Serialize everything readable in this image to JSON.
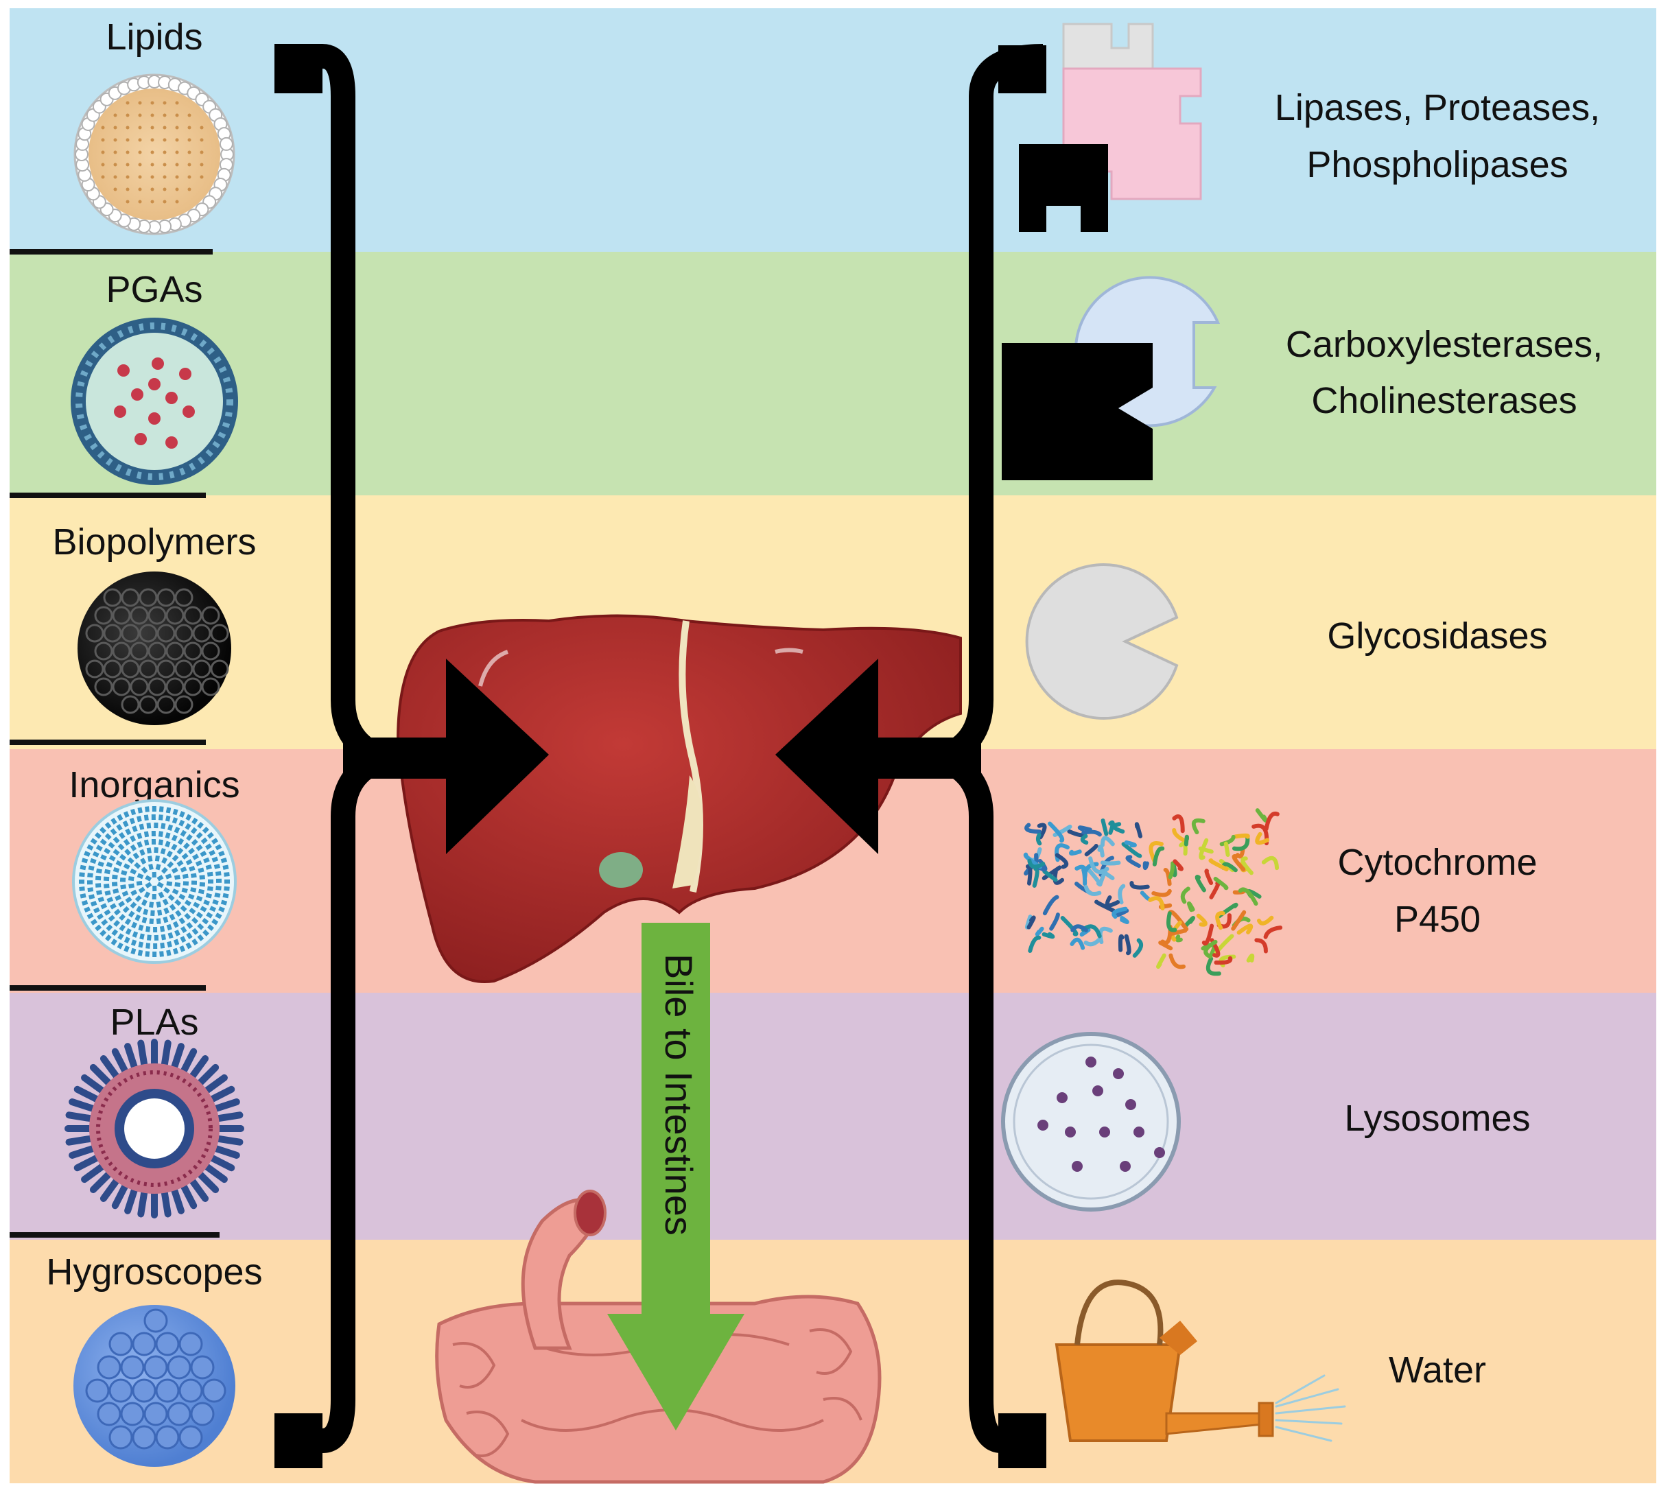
{
  "bands": [
    {
      "material": "Lipids",
      "enzyme_lines": [
        "Lipases, Proteases,",
        "Phospholipases"
      ],
      "color": "#bfe3f2"
    },
    {
      "material": "PGAs",
      "enzyme_lines": [
        "Carboxylesterases,",
        "Cholinesterases"
      ],
      "color": "#c6e3b1"
    },
    {
      "material": "Biopolymers",
      "enzyme_lines": [
        "Glycosidases"
      ],
      "color": "#fde9b2"
    },
    {
      "material": "Inorganics",
      "enzyme_lines": [
        "Cytochrome",
        "P450"
      ],
      "color": "#f9c1b3"
    },
    {
      "material": "PLAs",
      "enzyme_lines": [
        "Lysosomes"
      ],
      "color": "#d9c2da"
    },
    {
      "material": "Hygroscopes",
      "enzyme_lines": [
        "Water"
      ],
      "color": "#fddbac"
    }
  ],
  "bile_label": "Bile to Intestines",
  "colors": {
    "bracket": "#000000",
    "liver": "#a92a2a",
    "intestine": "#ee9d94",
    "bile_arrow": "#6db33f",
    "watering_can": "#e88a2a"
  },
  "icons": {
    "lipid": "liposome-icon",
    "pga": "pga-nanoparticle-icon",
    "biopolymer": "biopolymer-sphere-icon",
    "inorganic": "inorganic-particle-icon",
    "pla": "pla-micelle-icon",
    "hygroscope": "hygroscope-sphere-icon",
    "organ": "liver-icon",
    "gut": "intestine-icon"
  }
}
